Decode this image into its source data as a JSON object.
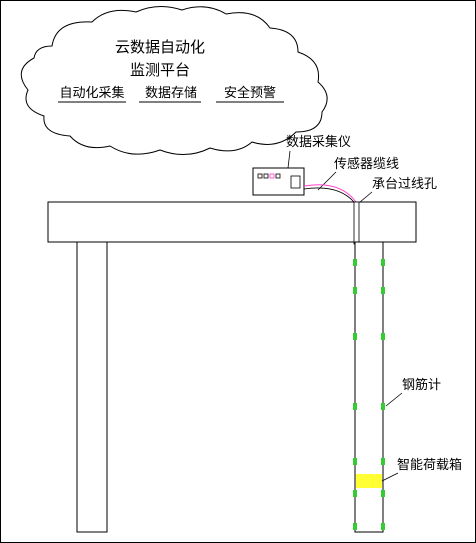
{
  "cloud": {
    "title_line1": "云数据自动化",
    "title_line2": "监测平台",
    "items": [
      "自动化采集",
      "数据存储",
      "安全预警"
    ]
  },
  "labels": {
    "collector": "数据采集仪",
    "cable": "传感器缆线",
    "cap_hole": "承台过线孔",
    "rebar_meter": "钢筋计",
    "load_box": "智能荷载箱"
  },
  "colors": {
    "line": "#000000",
    "load_box": "#ffff33",
    "sensor": "#33cc33",
    "cable_pink": "#ff44cc",
    "display_pink": "#ff33cc"
  },
  "sensor_count_per_side": 7
}
